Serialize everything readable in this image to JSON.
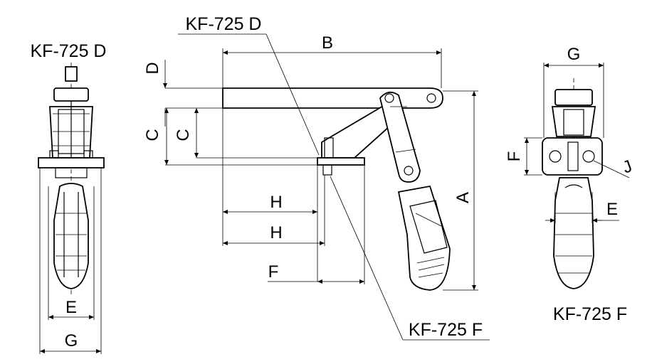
{
  "labels": {
    "front_view_title": "KF-725 D",
    "side_view_callout_d": "KF-725 D",
    "side_view_callout_f": "KF-725 F",
    "right_view_title": "KF-725 F"
  },
  "dimensions": {
    "A": "A",
    "B": "B",
    "C_outer": "C",
    "C_inner": "C",
    "D": "D",
    "E_left": "E",
    "E_right": "E",
    "F_side": "F",
    "F_right": "F",
    "G_left": "G",
    "G_right": "G",
    "H_top": "H",
    "H_bottom": "H",
    "J": "J"
  }
}
